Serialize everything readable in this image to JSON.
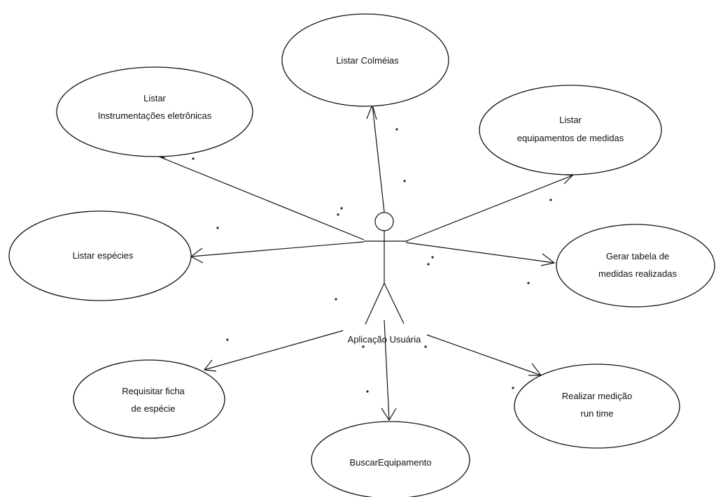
{
  "actor": {
    "label": "Aplicação Usuária"
  },
  "use_cases": [
    {
      "id": "listar-colmeias",
      "lines": [
        "Listar Colméias"
      ]
    },
    {
      "id": "listar-instrumentacoes",
      "lines": [
        "Listar",
        "Instrumentações eletrônicas"
      ]
    },
    {
      "id": "listar-equipamentos",
      "lines": [
        "Listar",
        "equipamentos de medidas"
      ]
    },
    {
      "id": "listar-especies",
      "lines": [
        "Listar espécies"
      ]
    },
    {
      "id": "gerar-tabela",
      "lines": [
        "Gerar tabela de",
        "medidas realizadas"
      ]
    },
    {
      "id": "requisitar-ficha",
      "lines": [
        "Requisitar ficha",
        "de espécie"
      ]
    },
    {
      "id": "buscar-equipamento",
      "lines": [
        "BuscarEquipamento"
      ]
    },
    {
      "id": "realizar-medicao",
      "lines": [
        "Realizar medição",
        "run time"
      ]
    }
  ],
  "colors": {
    "ink": "#111111",
    "background": "#ffffff"
  }
}
